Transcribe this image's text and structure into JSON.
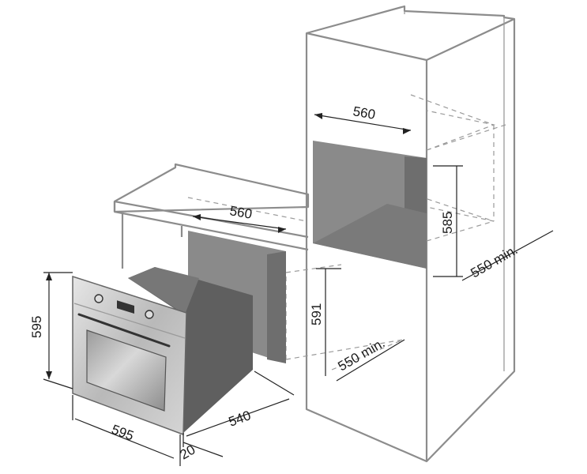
{
  "dimensions": {
    "oven_height": "595",
    "oven_width": "595",
    "oven_depth": "540",
    "oven_front_projection": "20",
    "under_counter_niche_width": "560",
    "under_counter_niche_height": "591",
    "under_counter_min_depth": "550 min.",
    "column_niche_width": "560",
    "column_niche_height": "585",
    "column_min_depth": "550 min."
  },
  "colors": {
    "outline": "#8c8c8c",
    "niche_fill": "#8a8a8a",
    "niche_dark": "#6e6e6e",
    "oven_body": "#5f5f5f",
    "oven_front": "#c8c8c8",
    "dimension_line": "#222222"
  }
}
